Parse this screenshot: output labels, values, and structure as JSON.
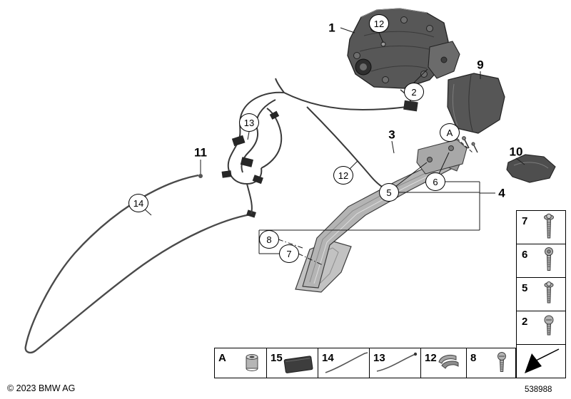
{
  "meta": {
    "copyright": "© 2023 BMW AG",
    "doc_number": "538988"
  },
  "callouts": {
    "plain": [
      {
        "text": "1"
      },
      {
        "text": "9"
      },
      {
        "text": "10"
      },
      {
        "text": "3"
      },
      {
        "text": "11"
      },
      {
        "text": "4"
      }
    ],
    "circled": [
      {
        "text": "12"
      },
      {
        "text": "2"
      },
      {
        "text": "A"
      },
      {
        "text": "13"
      },
      {
        "text": "12"
      },
      {
        "text": "14"
      },
      {
        "text": "5"
      },
      {
        "text": "6"
      },
      {
        "text": "8"
      },
      {
        "text": "7"
      }
    ]
  },
  "legend_bottom": {
    "cells": [
      {
        "label": "A",
        "icon": "bushing-sleeve-icon"
      },
      {
        "label": "15",
        "icon": "foam-pad-icon"
      },
      {
        "label": "14",
        "icon": "cable-strap-icon"
      },
      {
        "label": "13",
        "icon": "cable-strap-icon"
      },
      {
        "label": "12",
        "icon": "clip-icon"
      },
      {
        "label": "8",
        "icon": "screw-icon"
      }
    ]
  },
  "legend_right": {
    "rows": [
      {
        "label": "7",
        "icon": "screw-long-icon"
      },
      {
        "label": "6",
        "icon": "screw-icon"
      },
      {
        "label": "5",
        "icon": "screw-icon"
      },
      {
        "label": "2",
        "icon": "screw-short-icon"
      }
    ],
    "footer_icon": "direction-arrow-icon"
  },
  "colors": {
    "background": "#ffffff",
    "line": "#1a1a1a",
    "panel_dark": "#575757",
    "rail_light": "#b4b4b4",
    "table_border": "#000000"
  }
}
